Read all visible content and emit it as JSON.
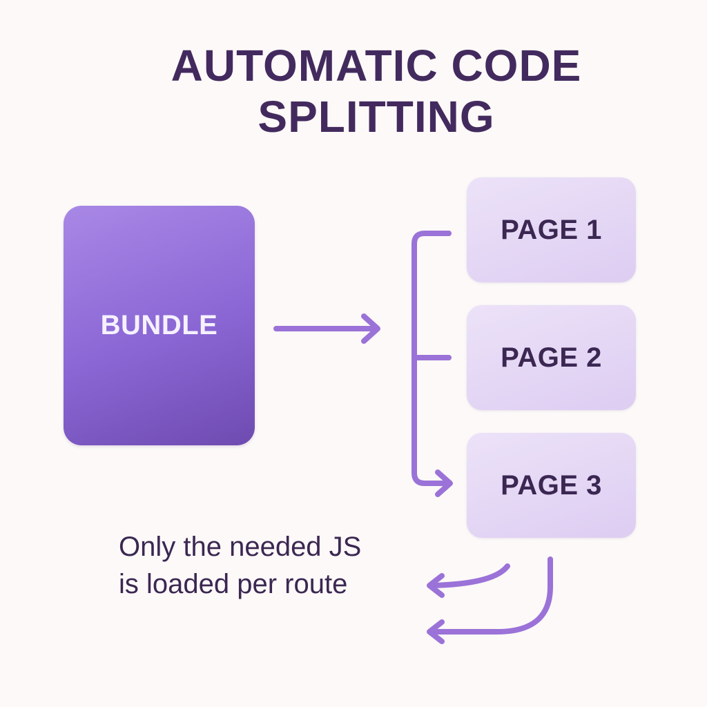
{
  "title": {
    "line1": "AUTOMATIC CODE",
    "line2": "SPLITTING"
  },
  "bundle": {
    "label": "BUNDLE"
  },
  "pages": [
    {
      "label": "PAGE 1"
    },
    {
      "label": "PAGE 2"
    },
    {
      "label": "PAGE 3"
    }
  ],
  "note": {
    "line1": "Only the needed JS",
    "line2": "is loaded per route"
  },
  "colors": {
    "background": "#fcf9f8",
    "title": "#432a5e",
    "bundle_fill": "#8a66d4",
    "page_fill": "#e4d7f5",
    "arrow": "#9b72d8",
    "label_dark": "#3b2752"
  }
}
